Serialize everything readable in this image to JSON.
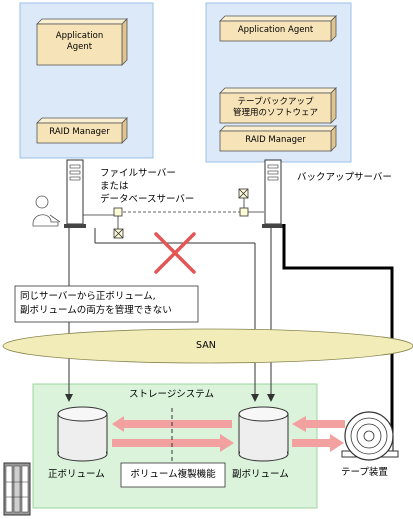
{
  "left_server": {
    "agent_label": "Application\nAgent",
    "raid_label": "RAID Manager",
    "caption_lines": [
      "ファイルサーバー",
      "または",
      "データベースサーバー"
    ]
  },
  "right_server": {
    "agent_label": "Application Agent",
    "tape_software_label": "テープバックアップ\n管理用のソフトウェア",
    "raid_label": "RAID Manager",
    "caption": "バックアップサーバー"
  },
  "warning_note": "同じサーバーから正ボリューム,\n副ボリュームの両方を管理できない",
  "san_label": "SAN",
  "storage": {
    "title": "ストレージシステム",
    "primary_volume": "正ボリューム",
    "secondary_volume": "副ボリューム",
    "replication_function": "ボリューム複製機能"
  },
  "tape_device": "テープ装置",
  "colors": {
    "server_panel": "#dce9f8",
    "server_panel_border": "#9ec0e8",
    "component_box": "#f7e3b8",
    "storage_panel": "#daf3da",
    "san_ellipse": "#f2ecb8",
    "data_arrow": "#f2a0a0",
    "prohibited_mark": "#e55555"
  }
}
